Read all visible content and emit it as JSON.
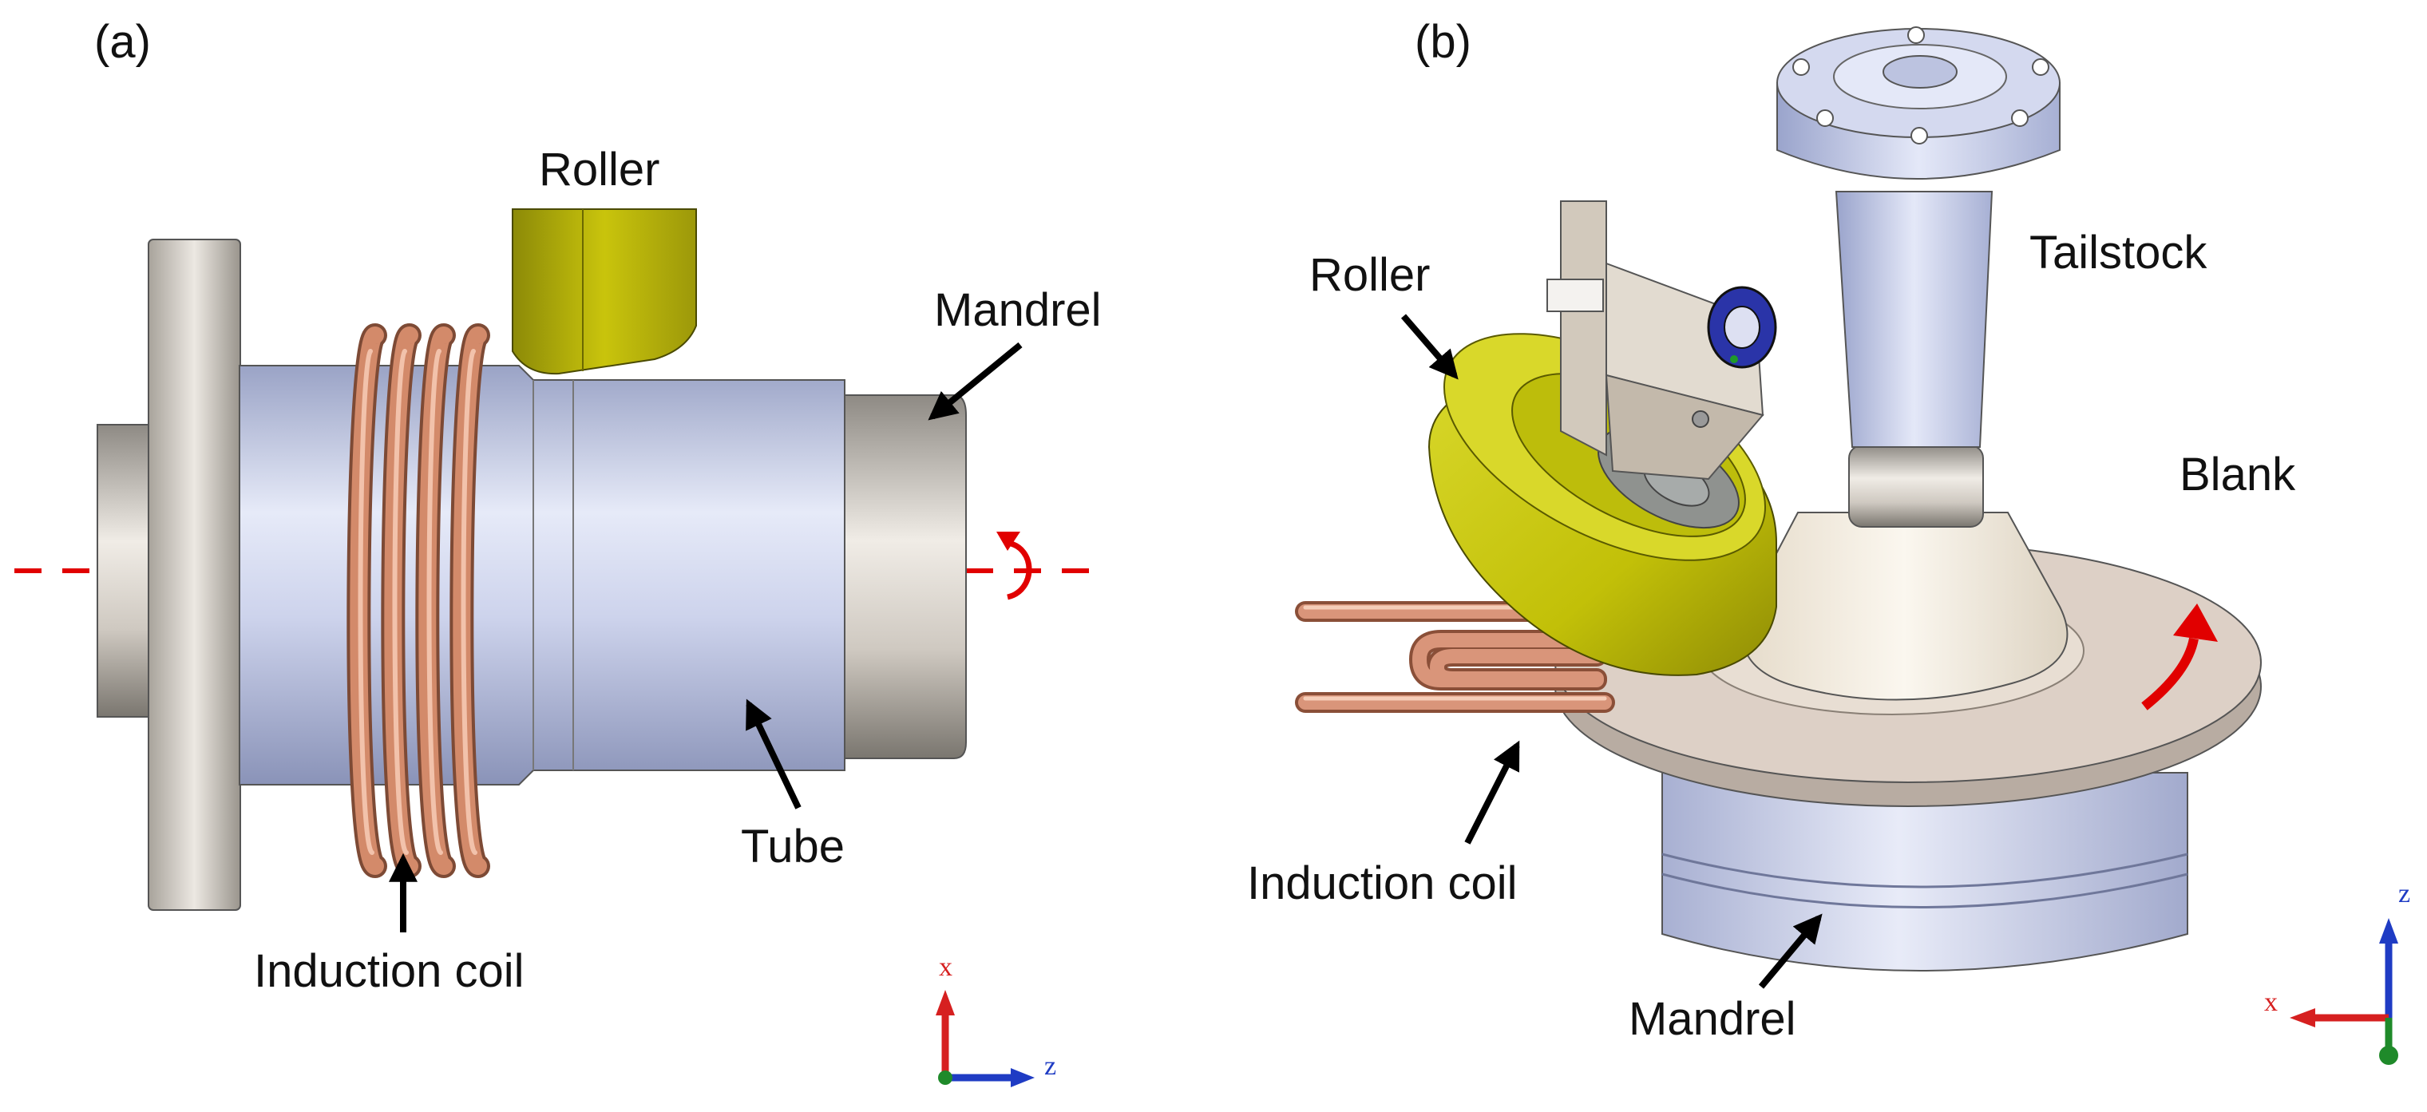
{
  "panel_a": {
    "tag": "(a)",
    "labels": {
      "roller": "Roller",
      "mandrel": "Mandrel",
      "tube": "Tube",
      "induction_coil": "Induction coil"
    },
    "axes": {
      "vertical": "x",
      "horizontal": "z"
    }
  },
  "panel_b": {
    "tag": "(b)",
    "labels": {
      "roller": "Roller",
      "tailstock": "Tailstock",
      "blank": "Blank",
      "induction_coil": "Induction coil",
      "mandrel": "Mandrel"
    },
    "axes": {
      "vertical": "z",
      "horizontal": "x"
    }
  },
  "colors": {
    "roller": "#c9c40c",
    "coil": "#d08868",
    "tube": "#c4cbe6",
    "mandrel_metal": "#b9b4ad",
    "blank": "#ddd0c6",
    "rotation_arrow": "#e10000",
    "axis_x": "#d62020",
    "axis_z": "#1f3cc4",
    "axis_y": "#1f8a2a"
  }
}
